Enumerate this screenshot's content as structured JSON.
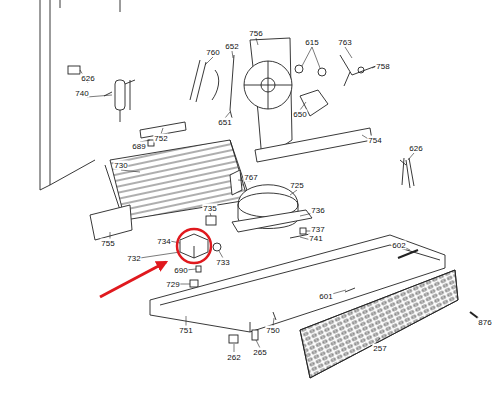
{
  "diagram": {
    "labels": [
      "626",
      "740",
      "760",
      "652",
      "756",
      "615",
      "763",
      "758",
      "752",
      "689",
      "651",
      "650",
      "754",
      "626",
      "730",
      "767",
      "725",
      "736",
      "735",
      "734",
      "737",
      "741",
      "733",
      "732",
      "690",
      "729",
      "755",
      "602",
      "601",
      "751",
      "750",
      "262",
      "265",
      "257",
      "876"
    ]
  }
}
